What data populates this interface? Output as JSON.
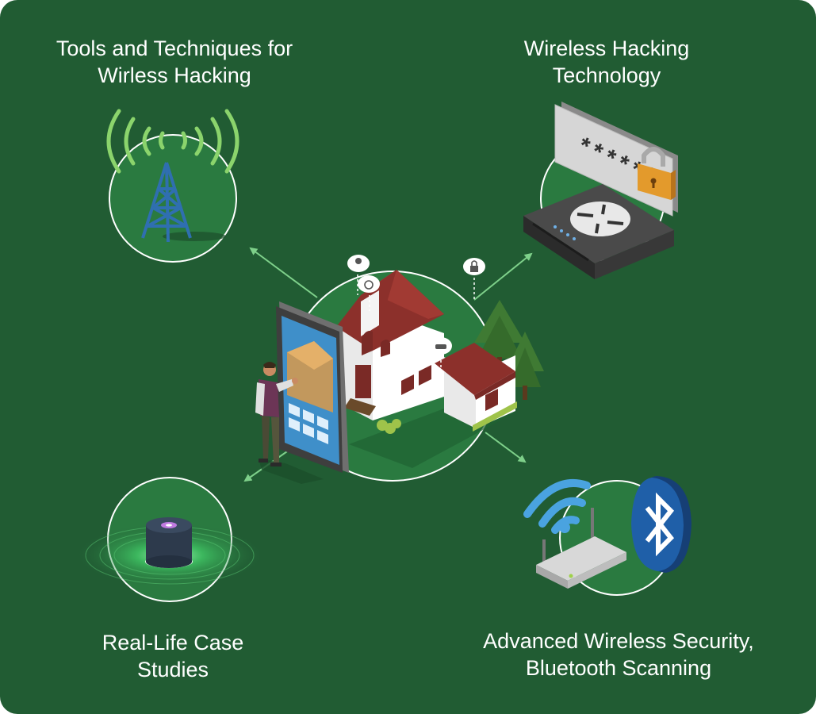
{
  "diagram": {
    "topics": [
      {
        "id": "tools",
        "lines": [
          "Tools and Techniques for",
          "Wirless Hacking"
        ],
        "icon": "cell-tower-icon"
      },
      {
        "id": "technology",
        "lines": [
          "Wireless Hacking",
          "Technology"
        ],
        "icon": "router-password-icon"
      },
      {
        "id": "case-studies",
        "lines": [
          "Real-Life Case",
          "Studies"
        ],
        "icon": "smart-speaker-icon"
      },
      {
        "id": "security",
        "lines": [
          "Advanced Wireless Security,",
          "Bluetooth Scanning"
        ],
        "icon": "bluetooth-router-icon"
      }
    ],
    "center_icon": "smart-home-icon",
    "password_mask": "******",
    "colors": {
      "background": "#215c33",
      "circle_fill": "#2a7a40",
      "circle_stroke": "#ffffff",
      "arrow": "#7ed08a",
      "signal_green": "#8bd46c",
      "tower_blue": "#2f6fb0",
      "lock_orange": "#e39a2c",
      "bluetooth_blue": "#1f5fa8",
      "wifi_blue": "#4aa3e0"
    }
  }
}
